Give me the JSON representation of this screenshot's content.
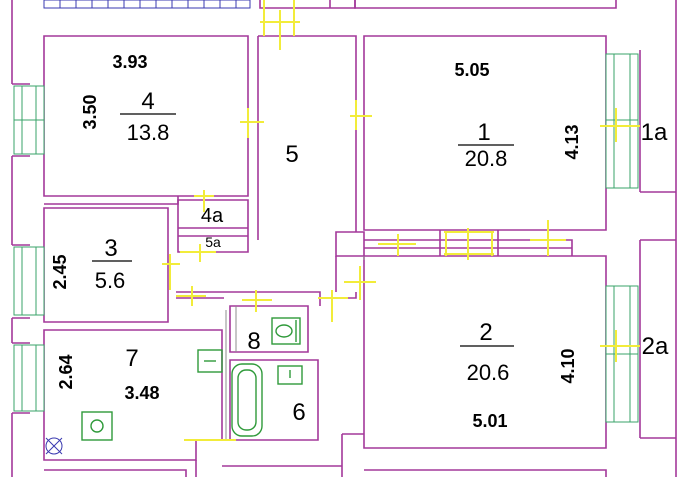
{
  "rooms": [
    {
      "id": "1",
      "area": "20.8"
    },
    {
      "id": "1a"
    },
    {
      "id": "2",
      "area": "20.6"
    },
    {
      "id": "2a"
    },
    {
      "id": "3",
      "area": "5.6"
    },
    {
      "id": "4",
      "area": "13.8"
    },
    {
      "id": "4a"
    },
    {
      "id": "5"
    },
    {
      "id": "5a"
    },
    {
      "id": "6"
    },
    {
      "id": "7"
    },
    {
      "id": "8"
    }
  ],
  "dimensions": [
    "3.93",
    "3.50",
    "5.05",
    "4.13",
    "2.45",
    "2.64",
    "3.48",
    "4.10",
    "5.01"
  ],
  "colors": {
    "walls": "#a3389a",
    "windows": "#3aa36a",
    "doors": "#f2ec3a",
    "fixtures": "#2f9a3a"
  }
}
